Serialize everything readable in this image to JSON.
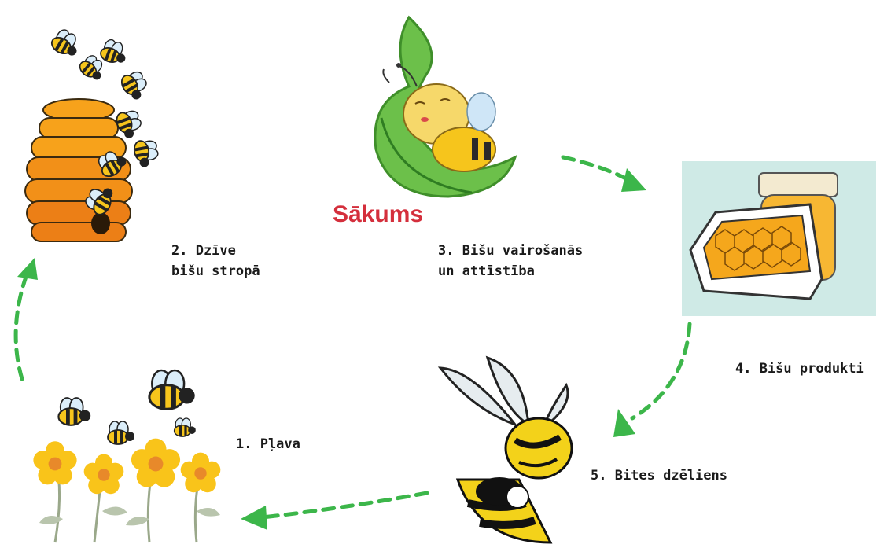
{
  "start_label": "Sākums",
  "stages": [
    {
      "line1": "1. Pļava",
      "line2": "",
      "icon": "meadow-flowers-bees"
    },
    {
      "line1": "2. Dzīve",
      "line2": "bišu stropā",
      "icon": "beehive"
    },
    {
      "line1": "3. Bišu vairošanās",
      "line2": "un attīstība",
      "icon": "bee-baby-in-leaf"
    },
    {
      "line1": "4. Bišu produkti",
      "line2": "",
      "icon": "honey-jar-honeycomb"
    },
    {
      "line1": "5. Bites dzēliens",
      "line2": "",
      "icon": "angry-hornet"
    }
  ],
  "colors": {
    "arrow": "#3cb64a",
    "start_text": "#d42f3c",
    "honey": "#f7a21b",
    "leaf": "#6cc04a",
    "bee_yellow": "#f6c51c",
    "flower": "#f9c41a"
  }
}
